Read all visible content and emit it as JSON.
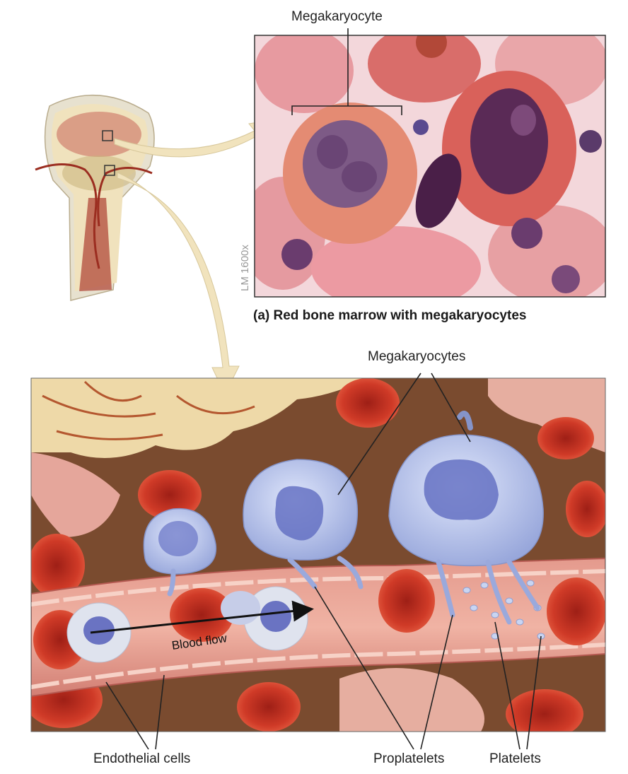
{
  "labels": {
    "megakaryocyte": "Megakaryocyte",
    "magnification": "LM 1600x",
    "caption_a": "(a) Red bone marrow with megakaryocytes",
    "megakaryocytes": "Megakaryocytes",
    "blood_flow": "Blood flow",
    "endothelial_cells": "Endothelial cells",
    "proplatelets": "Proplatelets",
    "platelets": "Platelets"
  },
  "colors": {
    "bone_tan": "#eed9a8",
    "blood_red": "#c63a2c",
    "vessel": "#d9847a",
    "micro_pink": "#e7a0a3",
    "mega_blue": "#aab8e6",
    "nucleus_blue": "#5360b8",
    "arrow_cream": "#f1e3bd"
  }
}
